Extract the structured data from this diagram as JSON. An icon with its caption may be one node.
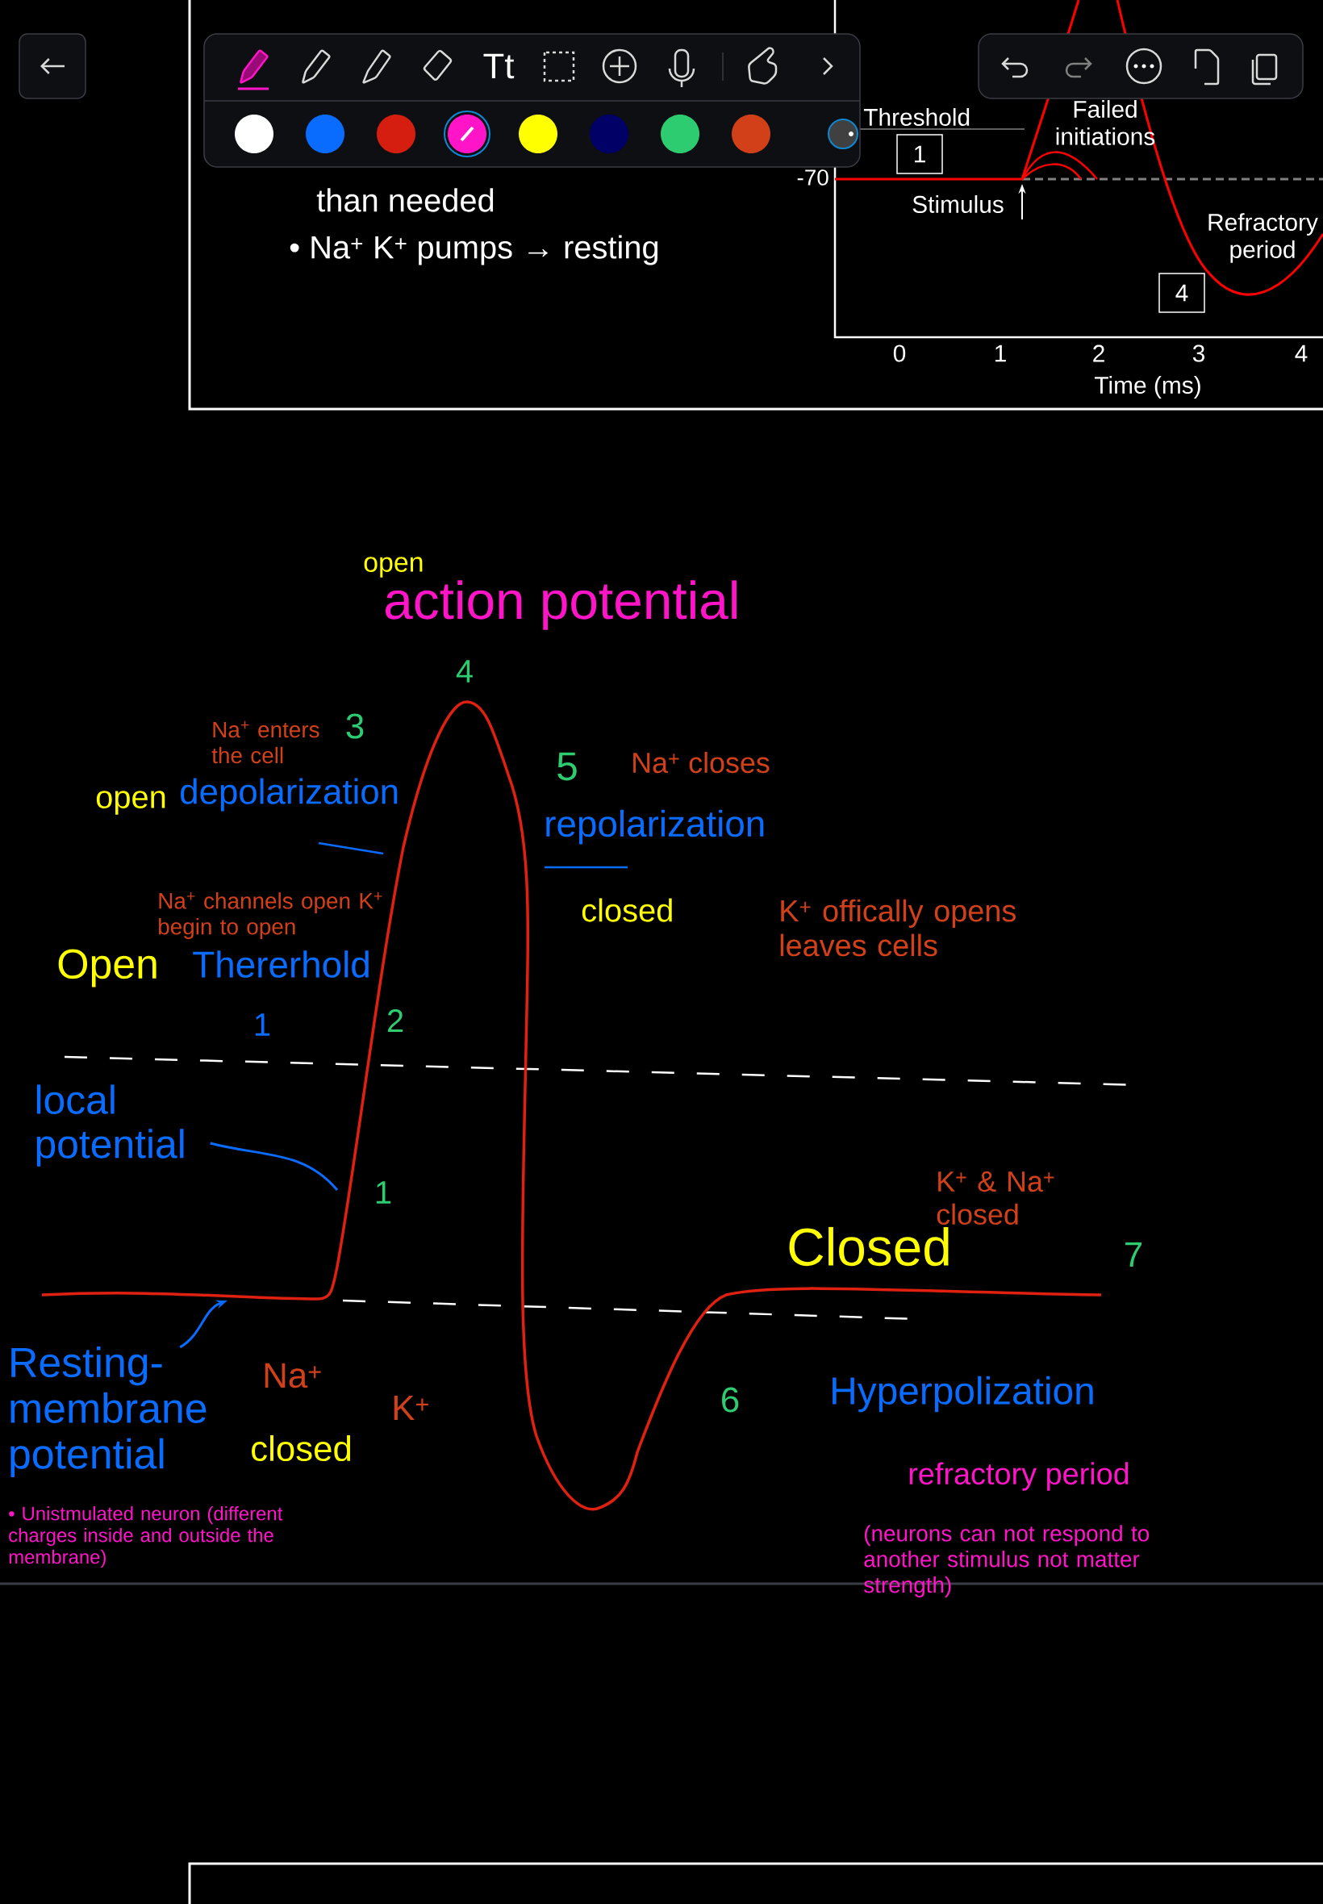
{
  "diagram": {
    "nodes": [
      {
        "text": [
          "local potential"
        ]
      },
      {
        "text": [
          "Resting- membrane potential"
        ]
      },
      {
        "text": [
          "1"
        ]
      },
      {
        "text": [
          "4"
        ]
      }
    ],
    "edges": [
      {
        "from": 0,
        "to": null,
        "arrow": "none"
      },
      {
        "from": 1,
        "to": null,
        "arrow": "to"
      }
    ],
    "labels": [
      "than needed",
      "• Na$^{+}$ K$^{+}$ pumps → resting",
      "-70",
      "Threshold",
      "Stimulus",
      "Failed initiations",
      "Refractory period",
      "0",
      "1",
      "2",
      "3",
      "4",
      "Time (ms)",
      "Tt",
      "open",
      "action potential",
      "4",
      "Na$^{+}$ enters the cell",
      "3",
      "open",
      "depolarization",
      "5",
      "Na$^{+}$ closes",
      "repolarization",
      "Na$^{+}$ channels open K$^{+}$ begin to open",
      "closed",
      "K$^{+}$ offically opens leaves cells",
      "Open",
      "Thererhold",
      "1",
      "2",
      "1",
      "K$^{+}$ & Na$^{+}$ closed",
      "Closed",
      "7",
      "Na$^{+}$",
      "K$^{+}$",
      "closed",
      "6",
      "Hyperpolization",
      "refractory period",
      "• Unistmulated neuron (different charges inside and outside the membrane)",
      "(neurons can not respond to another stimulus not matter strength)"
    ]
  }
}
